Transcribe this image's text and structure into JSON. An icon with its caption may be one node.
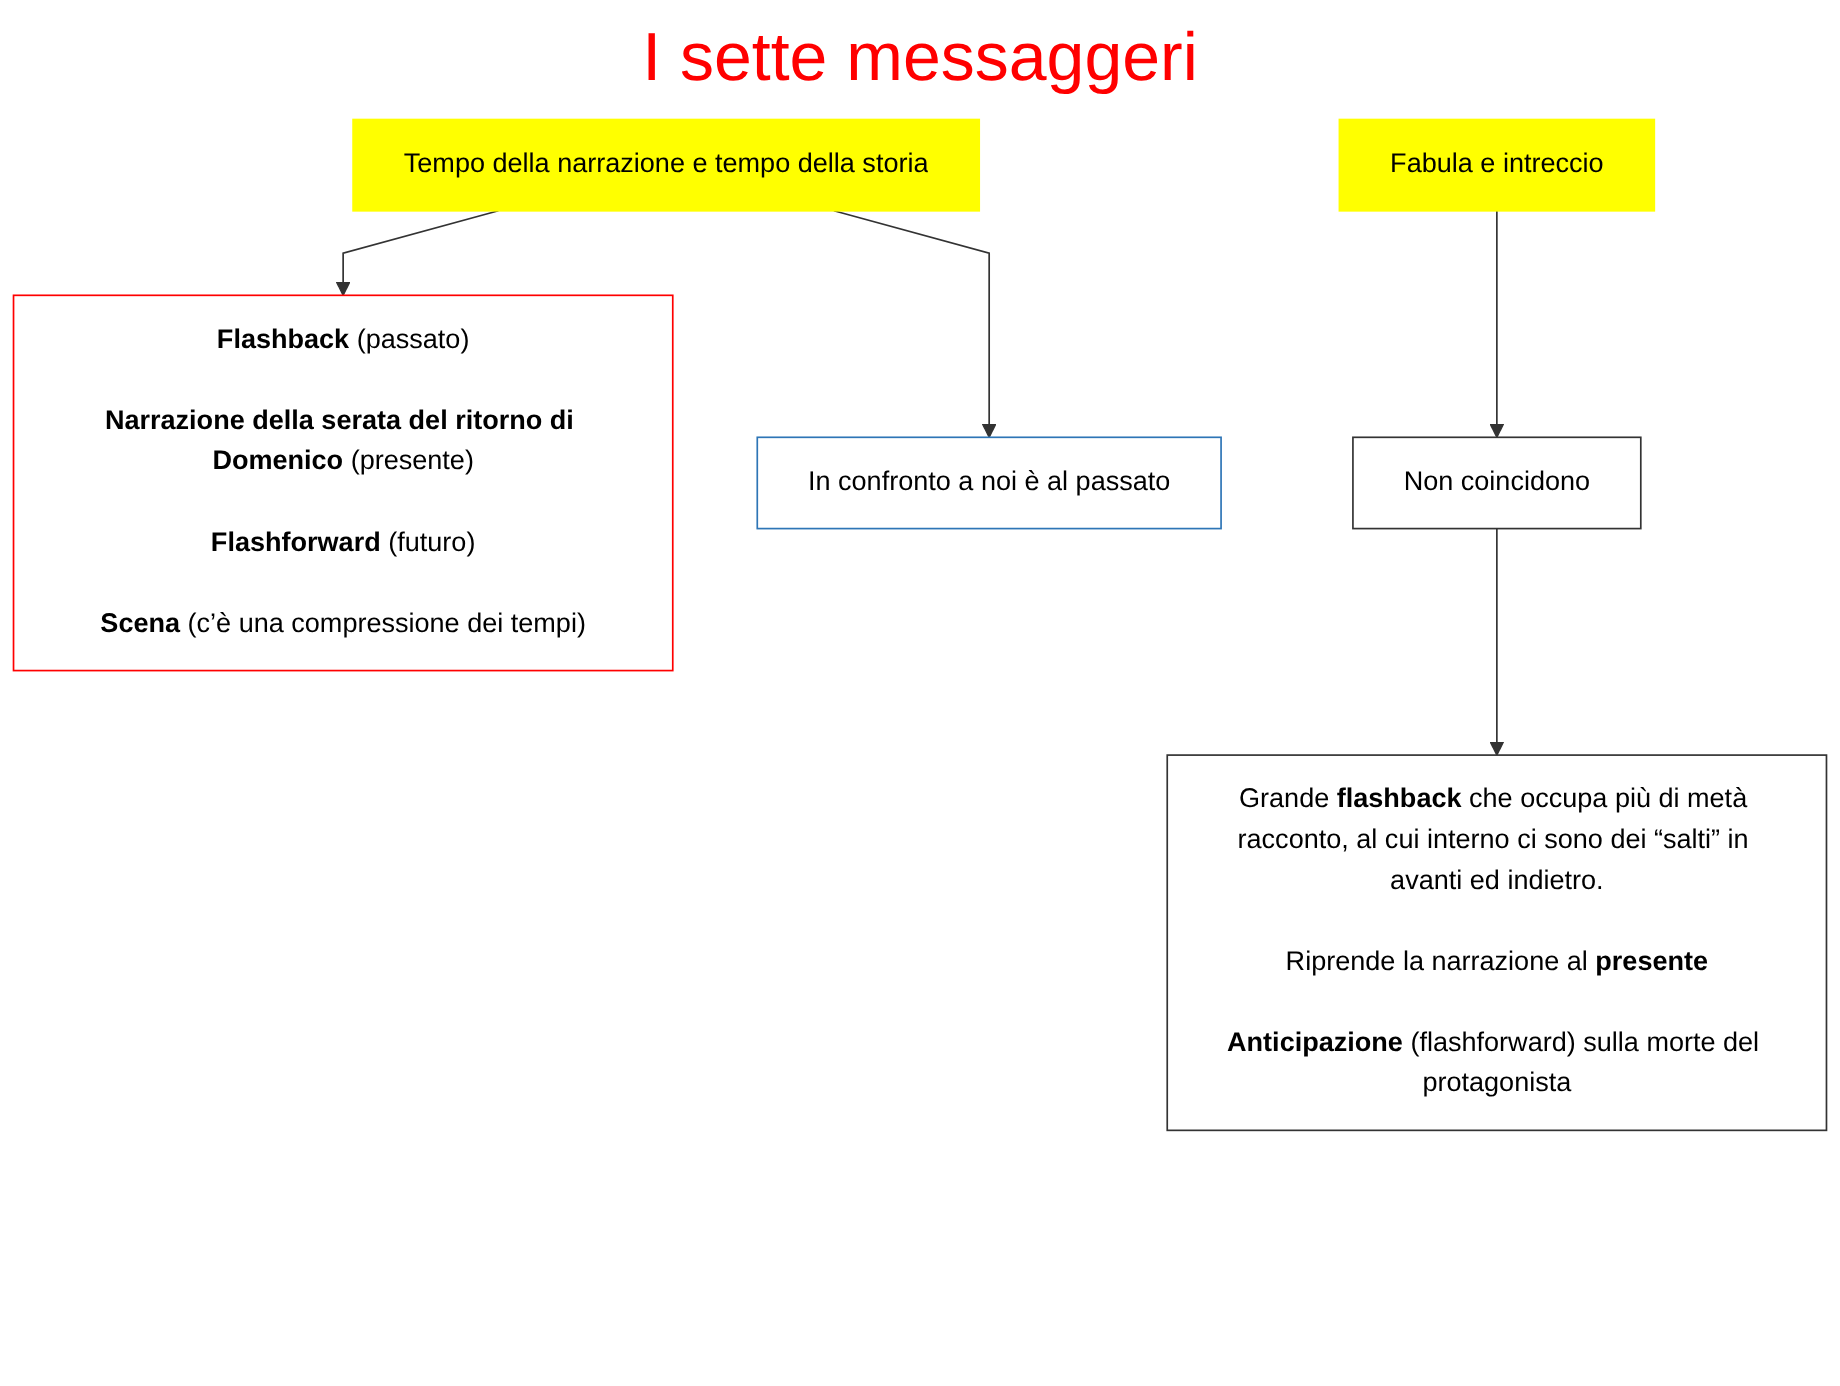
{
  "diagram": {
    "title": "I sette messaggeri",
    "nodes": [
      {
        "text": [
          "Tempo della narrazione e tempo della storia"
        ]
      },
      {
        "text": [
          "**Flashback** (passato)",
          "**Narrazione della serata del ritorno di Domenico** (presente)",
          "**Flashforward** (futuro)",
          "**Scena** (c’è una compressione dei tempi)"
        ]
      },
      {
        "text": [
          "In confronto a noi è al passato"
        ]
      },
      {
        "text": [
          "Fabula e intreccio"
        ]
      },
      {
        "text": [
          "Non coincidono"
        ]
      },
      {
        "text": [
          "Grande **flashback** che occupa più di metà racconto, al cui interno ci sono dei “salti” in avanti ed indietro.",
          "Riprende la narrazione al **presente**",
          "**Anticipazione** (flashforward) sulla morte del protagonista"
        ]
      }
    ],
    "edges": [
      {
        "from": 0,
        "to": 1,
        "arrow": "to"
      },
      {
        "from": 0,
        "to": 2,
        "arrow": "to"
      },
      {
        "from": 3,
        "to": 4,
        "arrow": "to"
      },
      {
        "from": 4,
        "to": 5,
        "arrow": "to"
      }
    ]
  }
}
